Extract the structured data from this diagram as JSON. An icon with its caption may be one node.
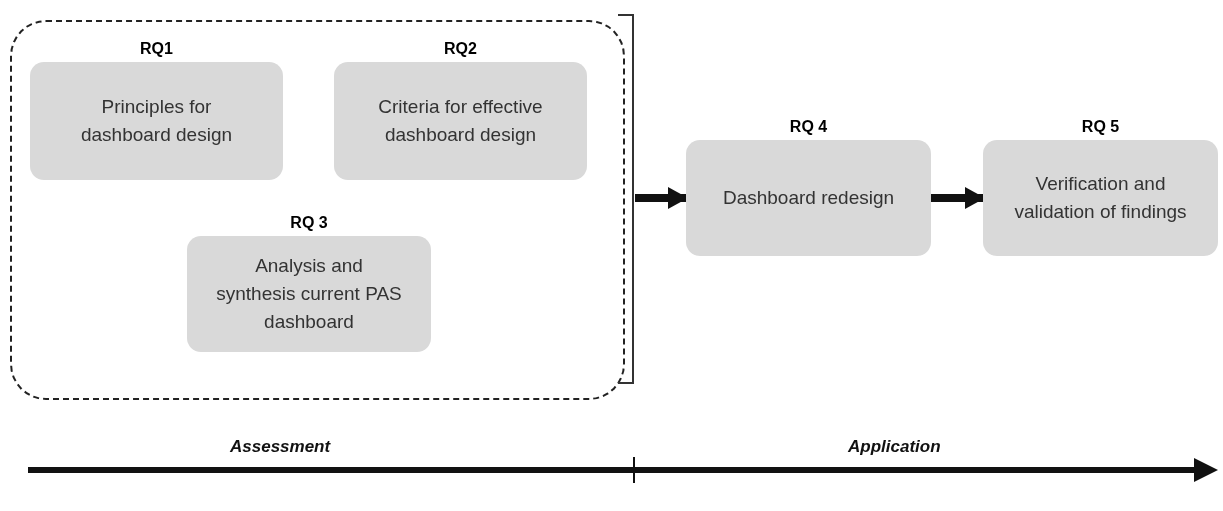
{
  "diagram": {
    "nodes": [
      {
        "text": [],
        "shape": "box"
      },
      {
        "text": [
          "RQ1",
          "Principles for dashboard design"
        ],
        "in": 0
      },
      {
        "text": [
          "RQ2",
          "Criteria for effective dashboard design"
        ],
        "in": 0
      },
      {
        "text": [
          "RQ 3",
          "Analysis and synthesis current PAS dashboard"
        ],
        "in": 0
      },
      {
        "text": [],
        "shape": "bracket"
      },
      {
        "text": [
          "RQ 4",
          "Dashboard redesign"
        ]
      },
      {
        "text": [
          "RQ 5",
          "Verification and validation of findings"
        ]
      }
    ],
    "edges": [
      {
        "from": 4,
        "to": 5,
        "arrow": "to"
      },
      {
        "from": 5,
        "to": 6,
        "arrow": "to"
      }
    ],
    "labels": [
      "Assessment",
      "Application"
    ]
  }
}
